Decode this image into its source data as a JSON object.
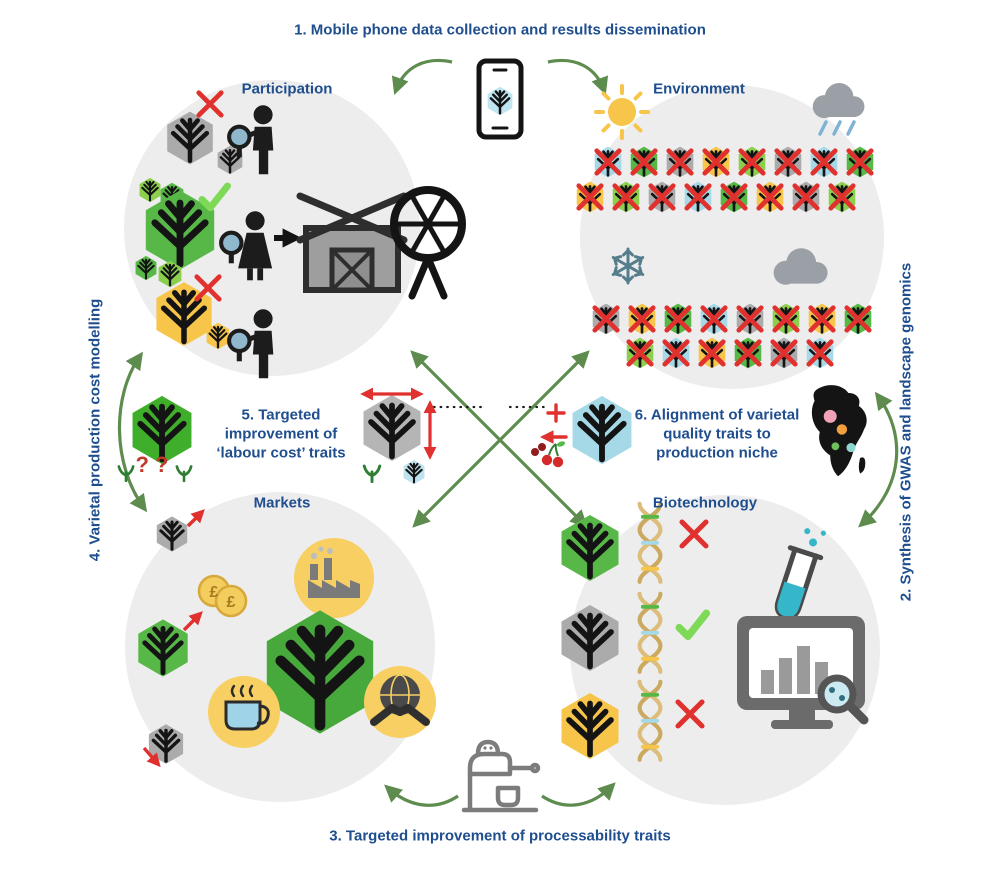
{
  "diagram": {
    "steps": {
      "step1": "1. Mobile phone data collection and results dissemination",
      "step2": "2. Synthesis of GWAS and landscape genomics",
      "step3": "3. Targeted improvement of processability traits",
      "step4": "4. Varietal production cost modelling",
      "step5": "5. Targeted improvement of ‘labour cost’ traits",
      "step6": "6. Alignment of varietal quality traits to production niche"
    },
    "quadrants": {
      "participation": "Participation",
      "environment": "Environment",
      "markets": "Markets",
      "biotechnology": "Biotechnology"
    },
    "coin_symbol": "£",
    "question_marks": "? ?",
    "colors": {
      "label_blue": "#1f4e8f",
      "arrow_green": "#5e8c4e",
      "circle_gray": "#ededed",
      "hex_green": "#57b847",
      "hex_light_green": "#8ccf4d",
      "hex_yellow": "#f6c54a",
      "hex_gray": "#ababab",
      "hex_blue": "#a6d9e7",
      "cross_red": "#e0312f",
      "check_green": "#7ed957",
      "accent_yellow_circle": "#f7cf63",
      "liquid_teal": "#35b6c9"
    },
    "icons": {
      "top_center": "mobile-phone-icon",
      "bottom_center": "coffee-machine-icon",
      "participation": [
        "hexagon-tree-icon",
        "person-magnifier-icon",
        "cross-icon",
        "check-icon",
        "farm-icon",
        "wheel-icon",
        "arrow-right-icon"
      ],
      "environment": [
        "sun-icon",
        "rain-cloud-icon",
        "snowflake-icon",
        "cloud-icon",
        "crossed-hexagon-tree-icon"
      ],
      "markets": [
        "hexagon-tree-icon",
        "trend-arrow-icon",
        "coins-icon",
        "factory-icon",
        "coffee-mug-icon",
        "handshake-globe-icon"
      ],
      "biotechnology": [
        "hexagon-tree-icon",
        "dna-icon",
        "cross-icon",
        "check-icon",
        "test-tube-icon",
        "monitor-chart-icon"
      ],
      "center_left": [
        "question-marks",
        "sprout-icon",
        "measure-arrows-icon"
      ],
      "center_right": [
        "plus-minus-icon",
        "cherries-icon",
        "africa-map-icon"
      ]
    }
  }
}
